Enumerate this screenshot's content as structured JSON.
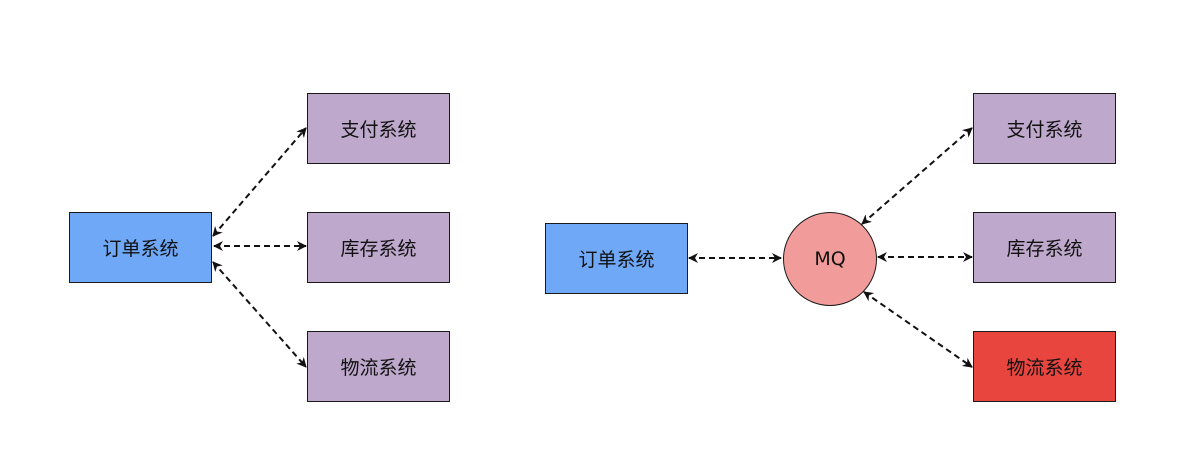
{
  "colors": {
    "order_fill": "#6fa8f7",
    "service_fill": "#bea8cc",
    "mq_fill": "#f19c9a",
    "highlight_fill": "#e8453f",
    "border": "#1a1a1a",
    "arrow": "#111111"
  },
  "left_diagram": {
    "order": "订单系统",
    "payment": "支付系统",
    "inventory": "库存系统",
    "logistics": "物流系统"
  },
  "right_diagram": {
    "order": "订单系统",
    "mq": "MQ",
    "payment": "支付系统",
    "inventory": "库存系统",
    "logistics": "物流系统"
  }
}
